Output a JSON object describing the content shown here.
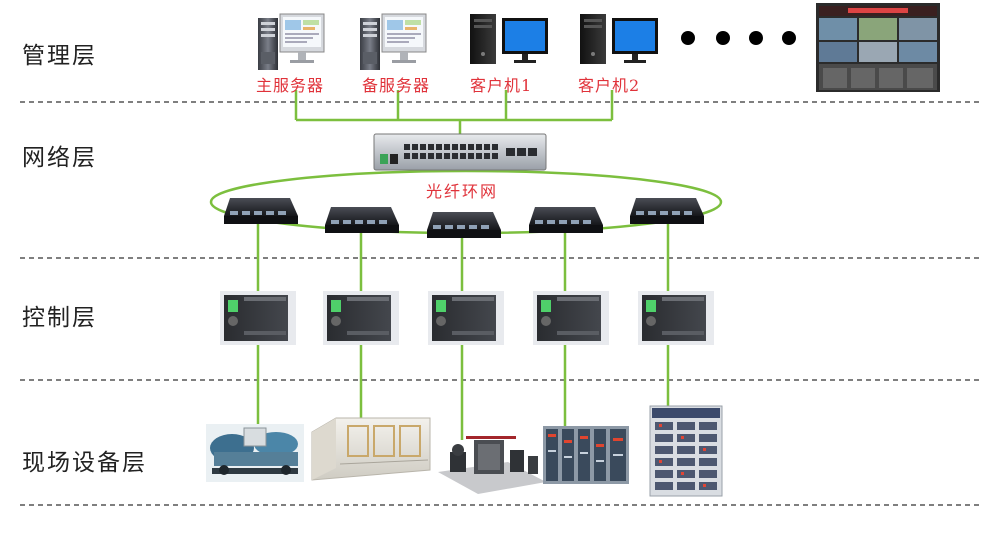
{
  "layers": [
    {
      "id": "management",
      "label": "管理层"
    },
    {
      "id": "network",
      "label": "网络层"
    },
    {
      "id": "control",
      "label": "控制层"
    },
    {
      "id": "field",
      "label": "现场设备层"
    }
  ],
  "management_devices": [
    {
      "id": "main-server",
      "label": "主服务器",
      "kind": "server"
    },
    {
      "id": "backup-server",
      "label": "备服务器",
      "kind": "server"
    },
    {
      "id": "client-1",
      "label": "客户机1",
      "kind": "workstation"
    },
    {
      "id": "client-2",
      "label": "客户机2",
      "kind": "workstation"
    }
  ],
  "ring": {
    "label": "光纤环网"
  },
  "colors": {
    "connection_line": "#7cbf3e",
    "label_red": "#e0323a",
    "divider": "#333333",
    "monitor_blue": "#1c7fe6"
  },
  "ring_switch_count": 5,
  "controller_count": 5,
  "field_equipment": [
    {
      "id": "chiller",
      "kind": "water-chiller-unit"
    },
    {
      "id": "air-handler",
      "kind": "air-handling-unit"
    },
    {
      "id": "heat-exchanger",
      "kind": "plate-heat-exchanger-pump-skid"
    },
    {
      "id": "control-cabinets",
      "kind": "electrical-control-cabinets"
    },
    {
      "id": "switchgear",
      "kind": "switchgear-panel"
    }
  ]
}
